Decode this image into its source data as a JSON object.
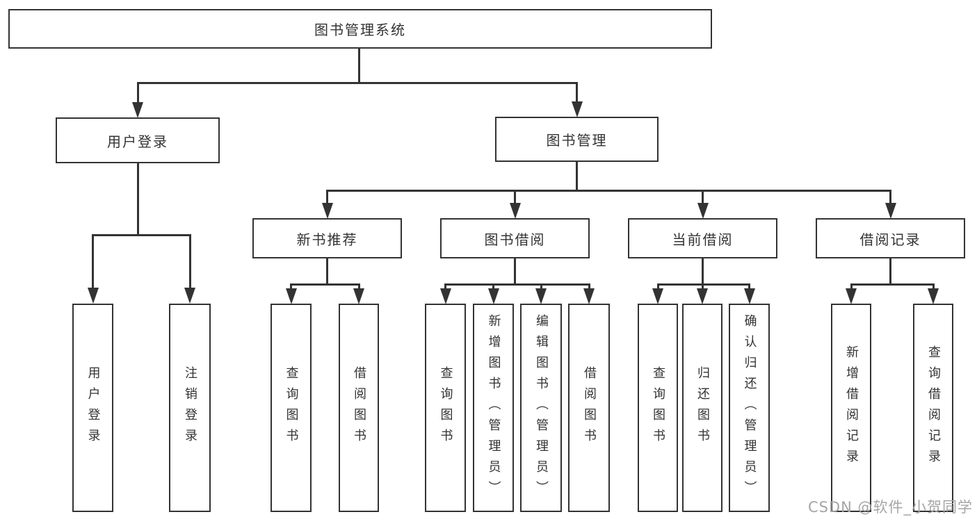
{
  "tree": {
    "root": "图书管理系统",
    "branches": [
      {
        "label": "用户登录",
        "children": [
          {
            "label": "用户登录"
          },
          {
            "label": "注销登录"
          }
        ]
      },
      {
        "label": "图书管理",
        "sections": [
          {
            "label": "新书推荐",
            "children": [
              {
                "label": "查询图书"
              },
              {
                "label": "借阅图书"
              }
            ]
          },
          {
            "label": "图书借阅",
            "children": [
              {
                "label": "查询图书"
              },
              {
                "label": "新增图书（管理员）"
              },
              {
                "label": "编辑图书（管理员）"
              },
              {
                "label": "借阅图书"
              }
            ]
          },
          {
            "label": "当前借阅",
            "children": [
              {
                "label": "查询图书"
              },
              {
                "label": "归还图书"
              },
              {
                "label": "确认归还（管理员）"
              }
            ]
          },
          {
            "label": "借阅记录",
            "children": [
              {
                "label": "新增借阅记录"
              },
              {
                "label": "查询借阅记录"
              }
            ]
          }
        ]
      }
    ]
  },
  "watermark": {
    "text": "CSDN @软件_小贺同学"
  },
  "colors": {
    "line": "#333333",
    "background": "#ffffff",
    "watermark": "#a5a5a5"
  }
}
